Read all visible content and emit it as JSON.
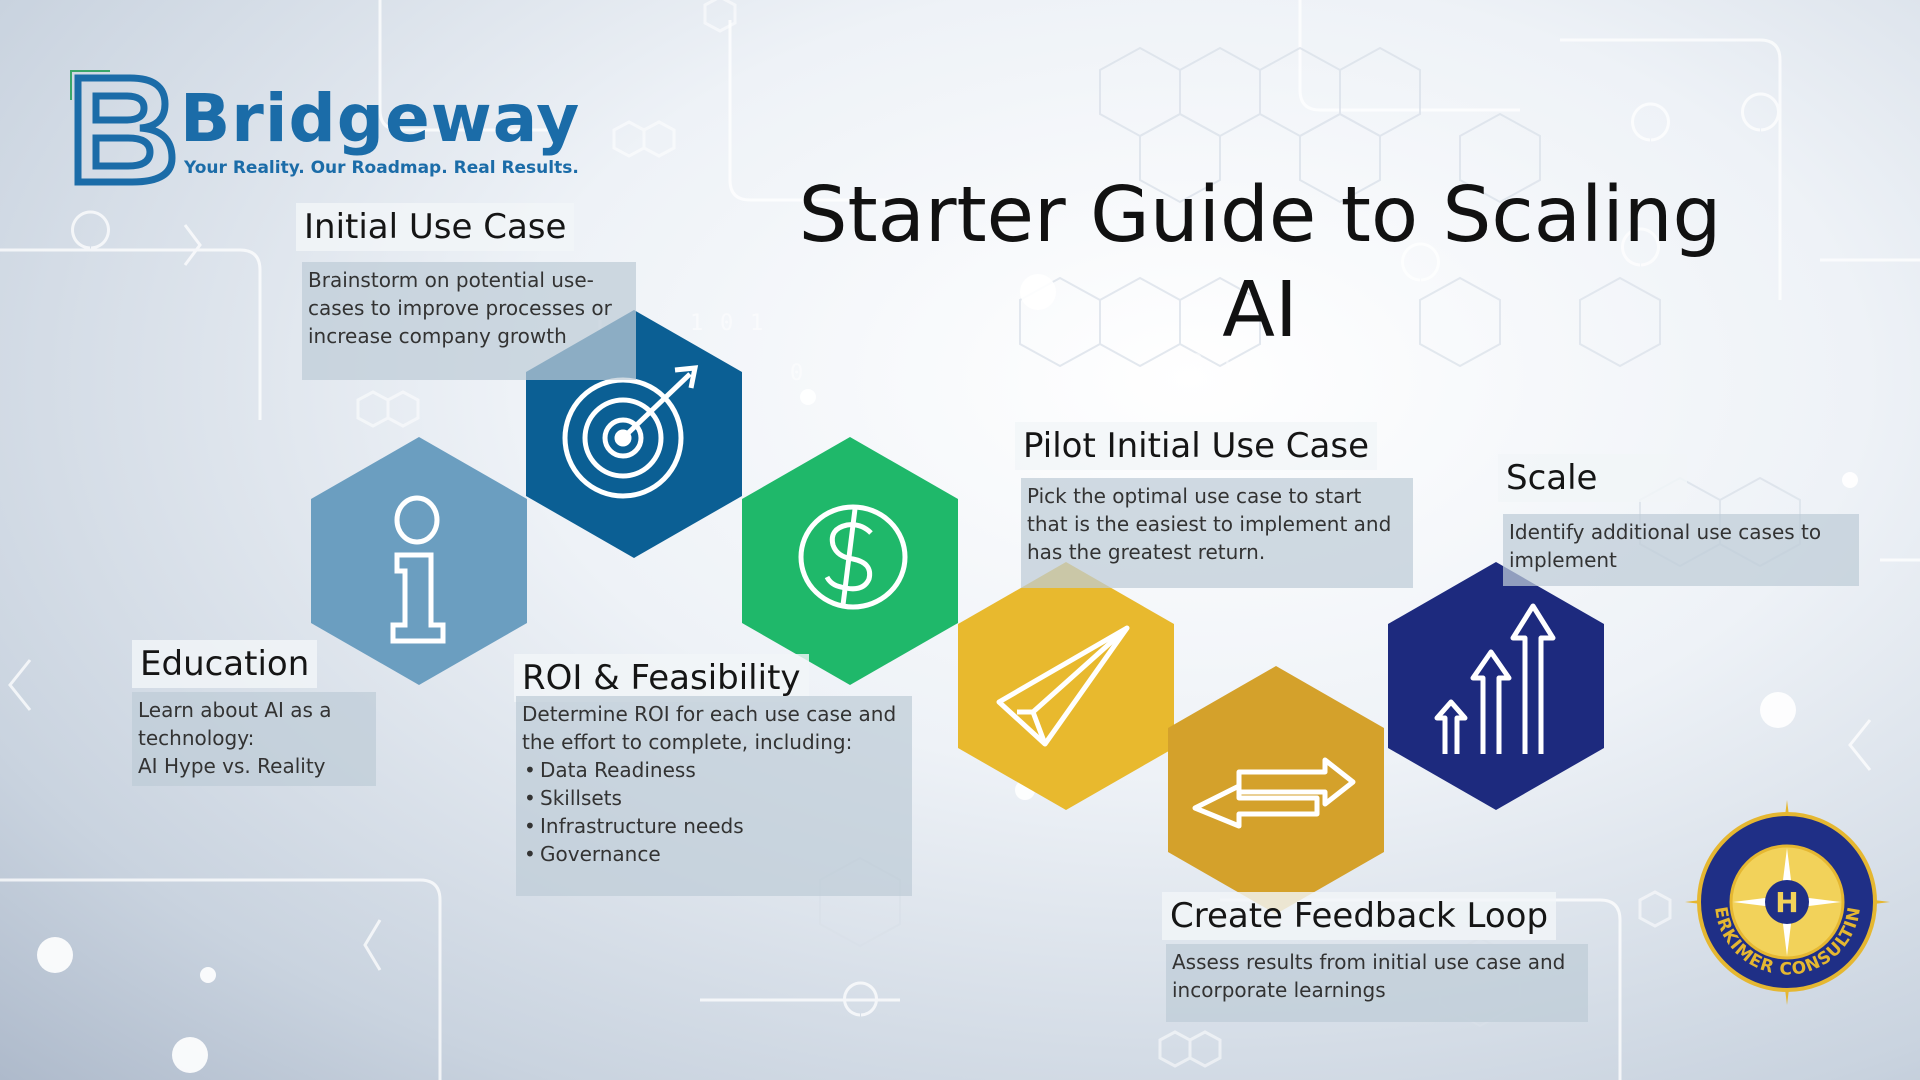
{
  "title": "Starter Guide to Scaling AI",
  "brand": {
    "name": "Bridgeway",
    "tagline": "Your Reality. Our Roadmap. Real Results.",
    "color": "#1b6ca8",
    "accent": "#3aa66b"
  },
  "partner": {
    "name": "HERKIMER CONSULTING",
    "monogram": "H",
    "color": "#1f2f86",
    "gold": "#e5b731"
  },
  "steps": [
    {
      "heading": "Education",
      "description": [
        "Learn about AI as a technology:",
        "AI Hype vs. Reality"
      ],
      "icon": "info-icon",
      "color": "#6b9ec0"
    },
    {
      "heading": "Initial Use Case",
      "description": [
        "Brainstorm on potential use-cases to improve processes or increase company growth"
      ],
      "icon": "target-icon",
      "color": "#0b5f94"
    },
    {
      "heading": "ROI & Feasibility",
      "description": [
        "Determine ROI for each use case and the effort to complete, including:"
      ],
      "bullets": [
        "Data Readiness",
        "Skillsets",
        "Infrastructure needs",
        "Governance"
      ],
      "icon": "dollar-coin-icon",
      "color": "#1fb86a"
    },
    {
      "heading": "Pilot Initial Use Case",
      "description": [
        "Pick the optimal use case to start that is the easiest to implement and has the greatest return."
      ],
      "icon": "paper-plane-icon",
      "color": "#e8b92e"
    },
    {
      "heading": "Create Feedback Loop",
      "description": [
        "Assess results from initial use case and incorporate learnings"
      ],
      "icon": "exchange-arrows-icon",
      "color": "#d4a12b"
    },
    {
      "heading": "Scale",
      "description": [
        "Identify additional use cases to implement"
      ],
      "icon": "growth-arrows-icon",
      "color": "#1d2a7e"
    }
  ]
}
